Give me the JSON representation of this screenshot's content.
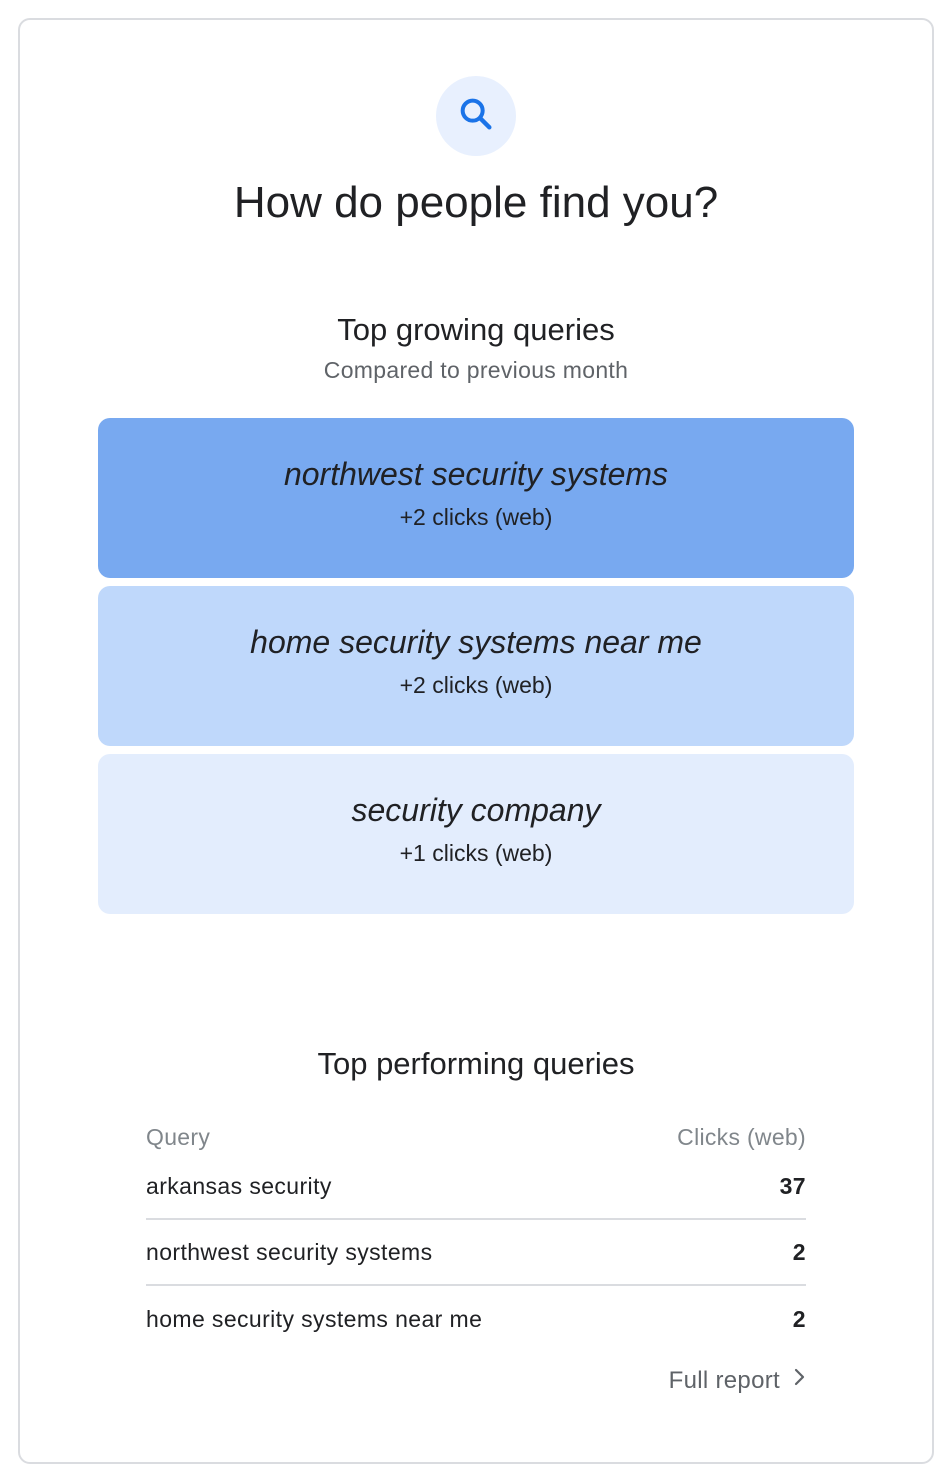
{
  "header": {
    "icon": "search-icon",
    "title": "How do people find you?"
  },
  "growing": {
    "title": "Top growing queries",
    "subtitle": "Compared to previous month",
    "items": [
      {
        "query": "northwest security systems",
        "metric": "+2 clicks (web)",
        "color": "#78a9f0"
      },
      {
        "query": "home security systems near me",
        "metric": "+2 clicks (web)",
        "color": "#bfd8fb"
      },
      {
        "query": "security company",
        "metric": "+1 clicks (web)",
        "color": "#e3edfd"
      }
    ]
  },
  "performing": {
    "title": "Top performing queries",
    "col_query": "Query",
    "col_clicks": "Clicks (web)",
    "rows": [
      {
        "query": "arkansas security",
        "clicks": "37"
      },
      {
        "query": "northwest security systems",
        "clicks": "2"
      },
      {
        "query": "home security systems near me",
        "clicks": "2"
      }
    ]
  },
  "footer": {
    "link_label": "Full report",
    "link_icon": "chevron-right-icon"
  },
  "colors": {
    "accent": "#1a73e8",
    "icon_bg": "#e8f0fe",
    "border": "#dadce0"
  }
}
